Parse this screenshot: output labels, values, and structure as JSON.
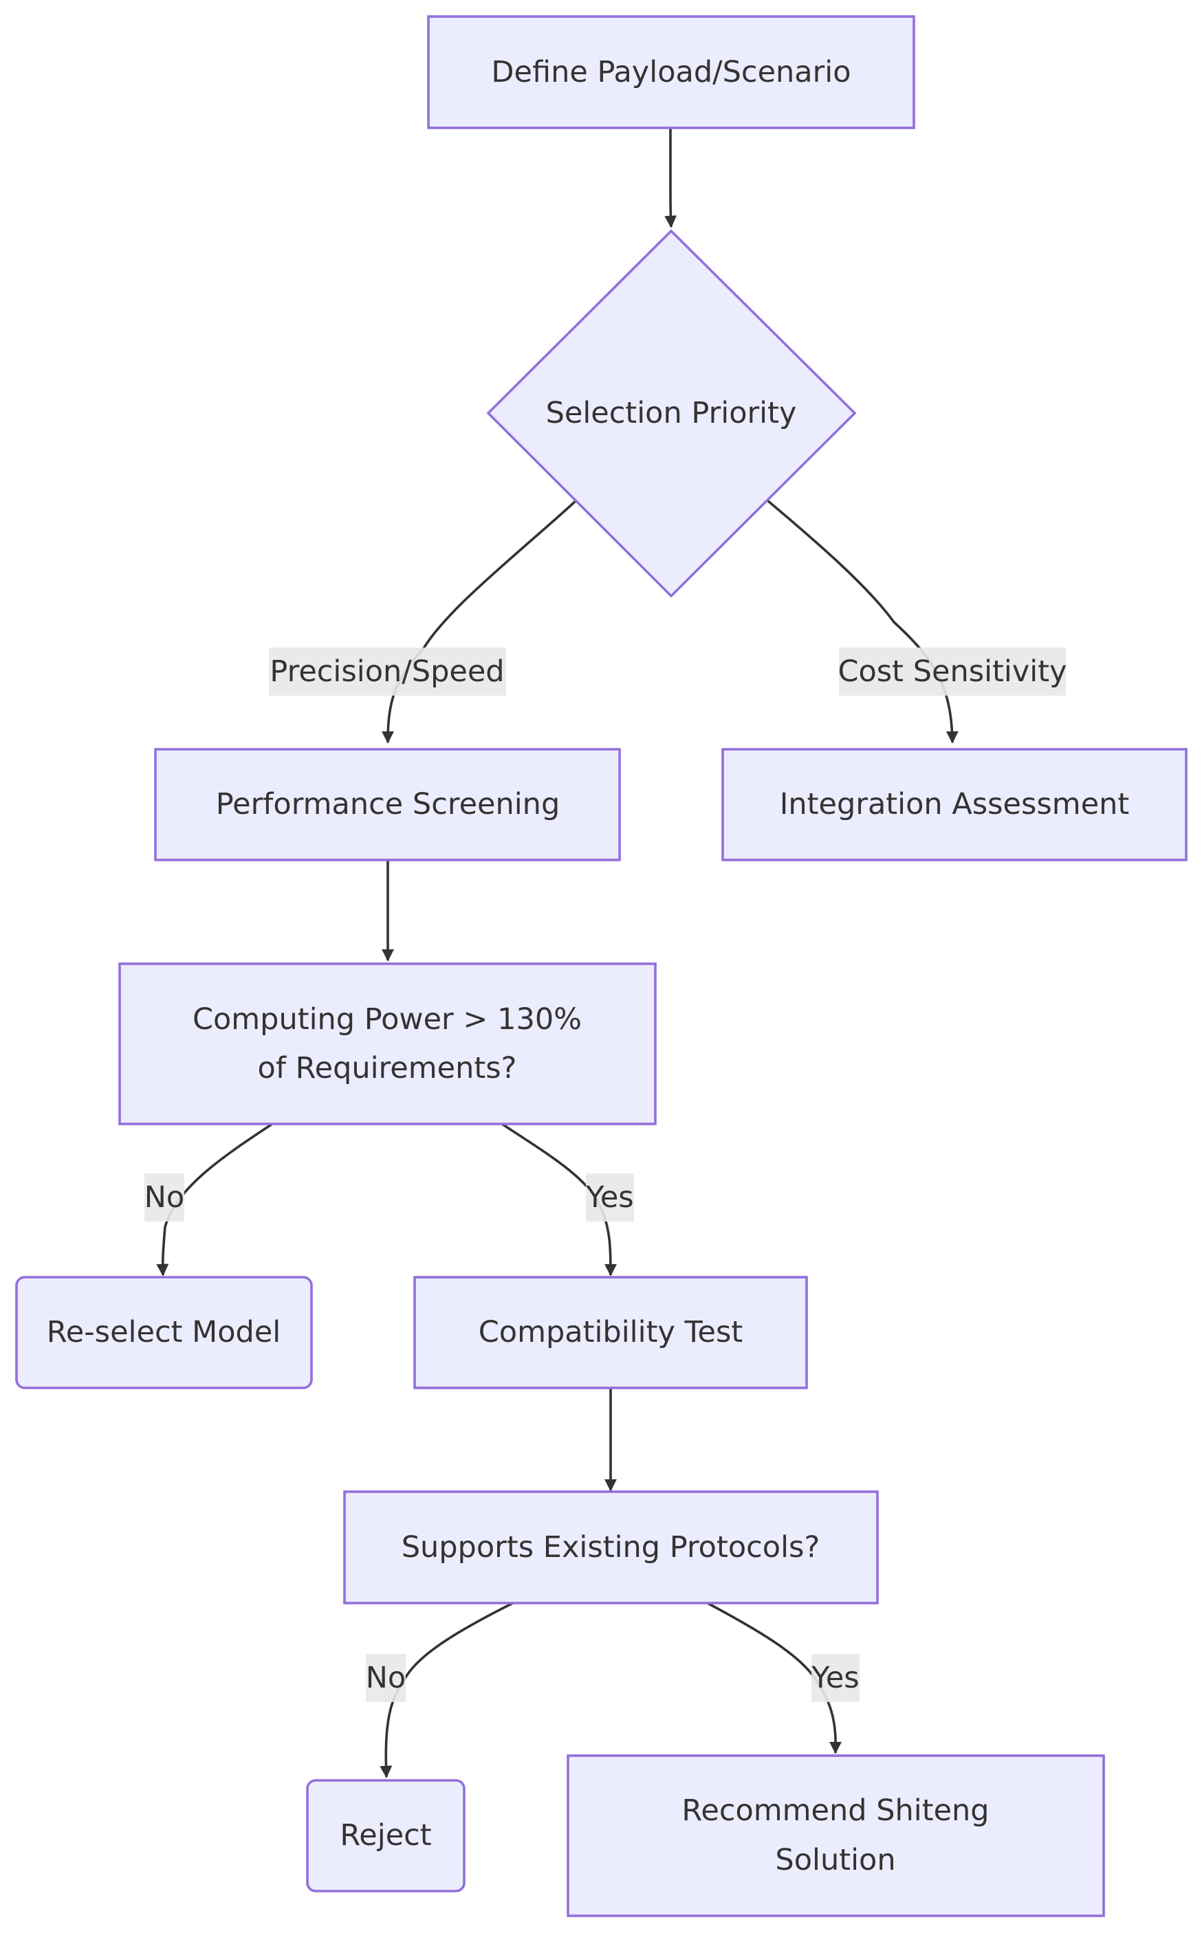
{
  "nodes": {
    "define": "Define Payload/Scenario",
    "priority": "Selection Priority",
    "performance": "Performance Screening",
    "integration": "Integration Assessment",
    "computing_line1": "Computing Power > 130%",
    "computing_line2": "of Requirements?",
    "reselect": "Re-select Model",
    "compat": "Compatibility Test",
    "protocols": "Supports Existing Protocols?",
    "reject": "Reject",
    "recommend_line1": "Recommend Shiteng",
    "recommend_line2": "Solution"
  },
  "edges": {
    "precision": "Precision/Speed",
    "cost": "Cost Sensitivity",
    "no1": "No",
    "yes1": "Yes",
    "no2": "No",
    "yes2": "Yes"
  },
  "colors": {
    "node_fill": "#ececff",
    "node_stroke": "#9370db",
    "edge": "#333333",
    "label_bg": "#e8e8e8"
  }
}
